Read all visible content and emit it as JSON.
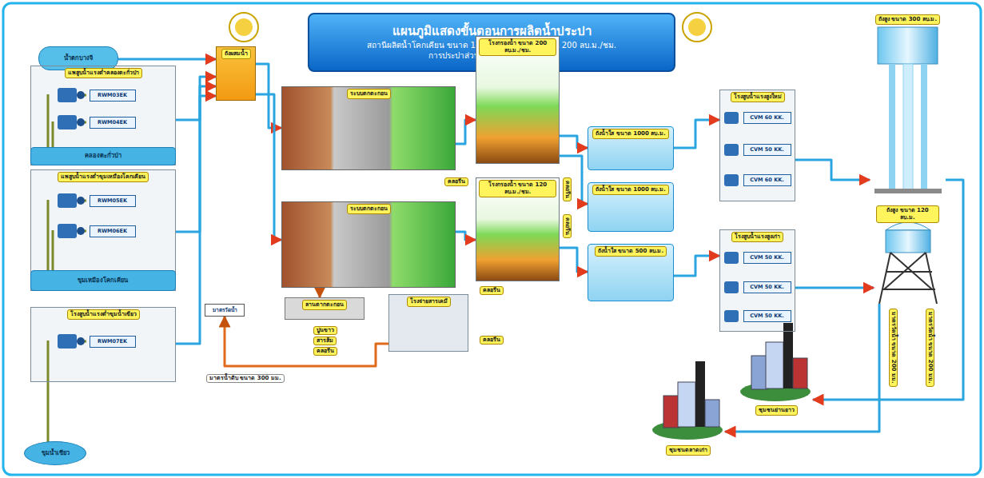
{
  "diagram": {
    "title": "แผนภูมิแสดงขั้นตอนการผลิตน้ำประปา",
    "nodes": [
      {
        "text": [
          "น้ำตกบางจี"
        ]
      },
      {
        "text": [
          "แพสูบน้ำแรงต่ำคลองตะกั่วป่า"
        ]
      },
      {
        "text": [
          "RWM03EK"
        ],
        "in": 1
      },
      {
        "text": [
          "RWM04EK"
        ],
        "in": 1
      },
      {
        "text": [
          "คลองตะกั่วป่า"
        ],
        "in": 1
      },
      {
        "text": [
          "แพสูบน้ำแรงต่ำขุมเหมืองโคกเคียน"
        ]
      },
      {
        "text": [
          "RWM05EK"
        ],
        "in": 5
      },
      {
        "text": [
          "RWM06EK"
        ],
        "in": 5
      },
      {
        "text": [
          "ขุมเหมืองโคกเคียน"
        ],
        "in": 5
      },
      {
        "text": [
          "โรงสูบน้ำแรงต่ำขุมน้ำเขียว"
        ]
      },
      {
        "text": [
          "RWM07EK"
        ],
        "in": 9
      },
      {
        "text": [
          "ขุมน้ำเขียว"
        ]
      },
      {
        "text": [
          "ถังผสมน้ำ"
        ]
      },
      {
        "text": [
          "มาตรวัดน้ำ"
        ]
      },
      {
        "text": [
          "ระบบตกตะกอน"
        ]
      },
      {
        "text": [
          "ระบบตกตะกอน"
        ]
      },
      {
        "text": [
          "ลานตากตะกอน"
        ]
      },
      {
        "text": [
          "โรงกรองน้ำ ขนาด 200 ลบ.ม./ชม."
        ]
      },
      {
        "text": [
          "โรงกรองน้ำ ขนาด 120 ลบ.ม./ชม."
        ]
      },
      {
        "text": [
          "โรงจ่ายสารเคมี"
        ]
      },
      {
        "text": [
          "ถังน้ำใส ขนาด 1000 ลบ.ม."
        ]
      },
      {
        "text": [
          "ถังน้ำใส ขนาด 1000 ลบ.ม."
        ]
      },
      {
        "text": [
          "ถังน้ำใส ขนาด 500 ลบ.ม."
        ]
      },
      {
        "text": [
          "โรงสูบน้ำแรงสูงใหม่"
        ]
      },
      {
        "text": [
          "CVM 60 KK."
        ],
        "in": 23
      },
      {
        "text": [
          "CVM 50 KK."
        ],
        "in": 23
      },
      {
        "text": [
          "CVM 60 KK."
        ],
        "in": 23
      },
      {
        "text": [
          "โรงสูบน้ำแรงสูงเก่า"
        ]
      },
      {
        "text": [
          "CVM 50 KK."
        ],
        "in": 27
      },
      {
        "text": [
          "CVM 50 KK."
        ],
        "in": 27
      },
      {
        "text": [
          "CVM 50 KK."
        ],
        "in": 27
      },
      {
        "text": [
          "ถังสูง ขนาด 300 ลบ.ม."
        ]
      },
      {
        "text": [
          "ถังสูง ขนาด 120 ลบ.ม."
        ]
      },
      {
        "text": [
          "ชุมชนย่านยาว"
        ]
      },
      {
        "text": [
          "ชุมชนตลาดเก่า"
        ]
      }
    ],
    "edges": [
      {
        "from": 0,
        "to": 12,
        "arrow": "to"
      },
      {
        "from": 1,
        "to": 12,
        "arrow": "to"
      },
      {
        "from": 5,
        "to": 12,
        "arrow": "to"
      },
      {
        "from": 9,
        "to": 12,
        "arrow": "to"
      },
      {
        "from": 12,
        "to": 14,
        "arrow": "to"
      },
      {
        "from": 12,
        "to": 15,
        "arrow": "to"
      },
      {
        "from": 14,
        "to": 17,
        "arrow": "to"
      },
      {
        "from": 15,
        "to": 18,
        "arrow": "to"
      },
      {
        "from": 15,
        "to": 16,
        "arrow": "to"
      },
      {
        "from": 17,
        "to": 20,
        "arrow": "to"
      },
      {
        "from": 17,
        "to": 21,
        "arrow": "to"
      },
      {
        "from": 18,
        "to": 22,
        "arrow": "to"
      },
      {
        "from": 20,
        "to": 23,
        "arrow": "to"
      },
      {
        "from": 22,
        "to": 27,
        "arrow": "to"
      },
      {
        "from": 23,
        "to": 31,
        "arrow": "to"
      },
      {
        "from": 27,
        "to": 32,
        "arrow": "to"
      },
      {
        "from": 31,
        "to": 33,
        "arrow": "to"
      },
      {
        "from": 32,
        "to": 34,
        "arrow": "to"
      },
      {
        "from": 19,
        "to": 13,
        "arrow": "to"
      }
    ],
    "labels": [
      "สถานีผลิตน้ำโคกเคียน ขนาด 120 ลบ.ม/ชม และ ขนาด 200 ลบ.ม./ชม.",
      "การประปาส่วนภูมิภาคสาขาตะกั่วป่า",
      "มาตรน้ำดิบ ขนาด 300 มม.",
      "ปูนขาว",
      "สารส้ม",
      "คลอรีน",
      "คลอรีน",
      "คลอรีน",
      "คลอรีน",
      "คลอรีน",
      "คลอรีน",
      "มาตรวัดน้ำ ขนาด 200 มม.",
      "มาตรวัดน้ำ ขนาด 200 มม."
    ]
  }
}
